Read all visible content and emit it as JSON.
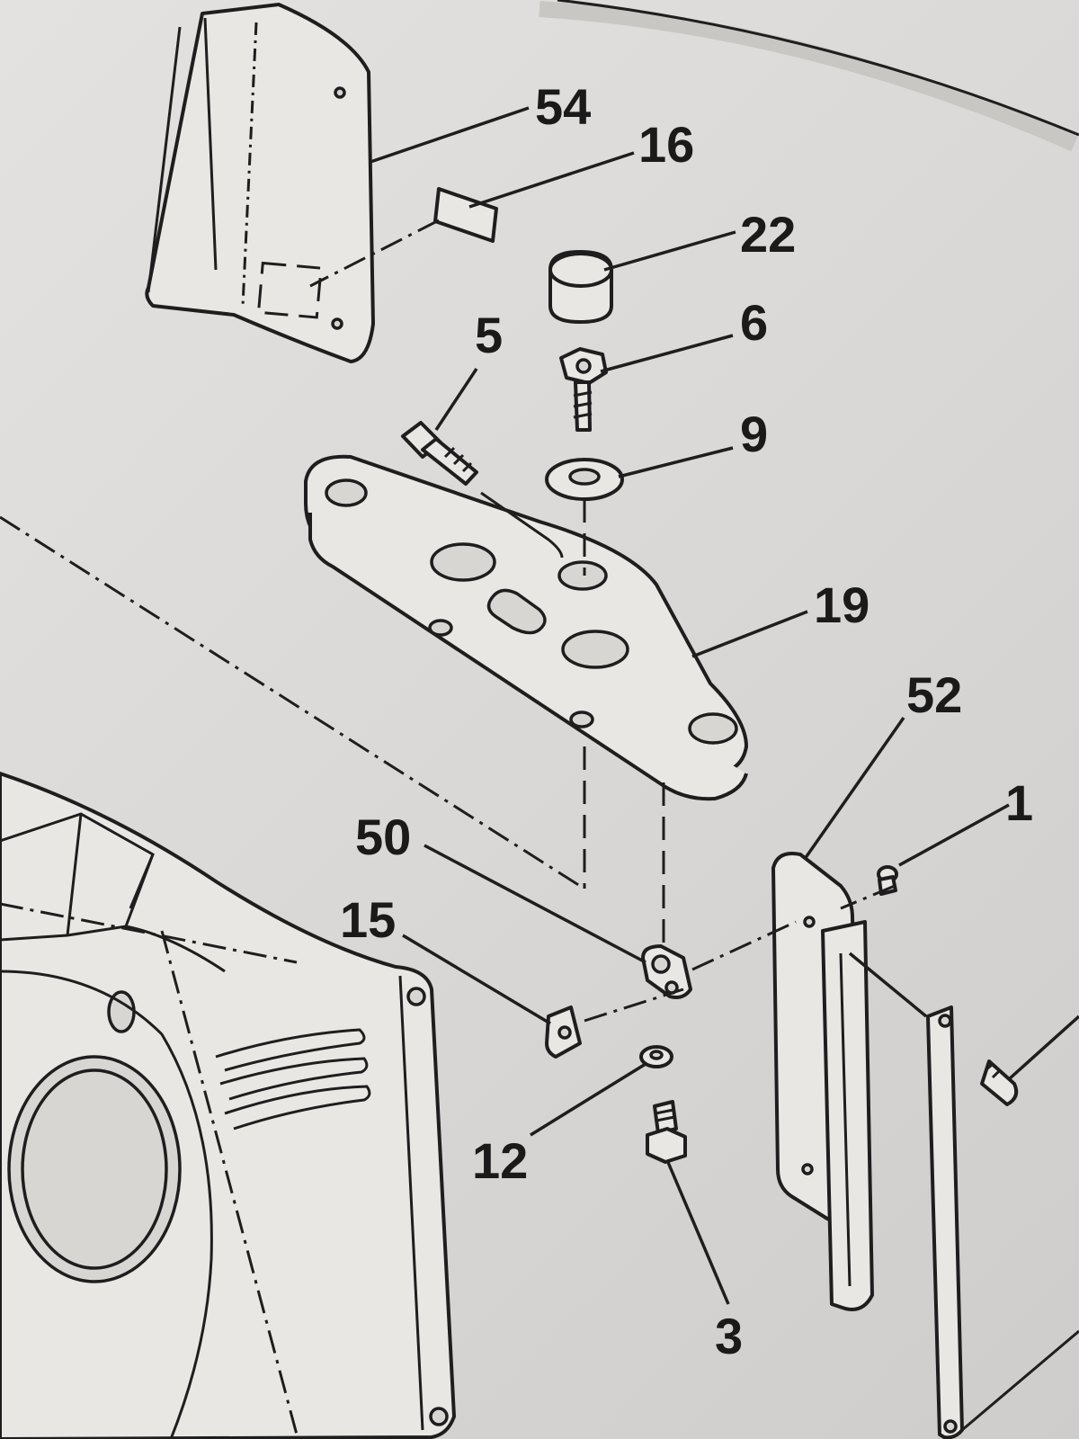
{
  "diagram": {
    "callouts": [
      {
        "id": "c54",
        "label": "54"
      },
      {
        "id": "c16",
        "label": "16"
      },
      {
        "id": "c22",
        "label": "22"
      },
      {
        "id": "c5",
        "label": "5"
      },
      {
        "id": "c6",
        "label": "6"
      },
      {
        "id": "c9",
        "label": "9"
      },
      {
        "id": "c19",
        "label": "19"
      },
      {
        "id": "c52",
        "label": "52"
      },
      {
        "id": "c1",
        "label": "1"
      },
      {
        "id": "c50",
        "label": "50"
      },
      {
        "id": "c15",
        "label": "15"
      },
      {
        "id": "c12",
        "label": "12"
      },
      {
        "id": "c3",
        "label": "3"
      }
    ]
  }
}
